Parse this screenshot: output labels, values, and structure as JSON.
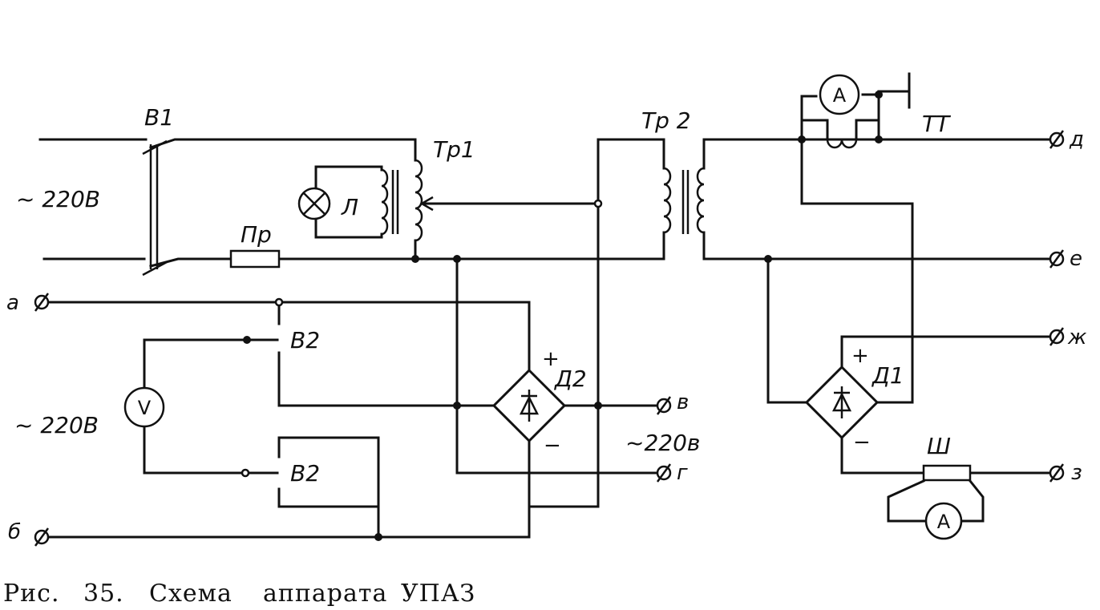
{
  "labels": {
    "v1": "B1",
    "tr1": "Tp1",
    "tr2": "Tp 2",
    "tt": "TT",
    "pr": "Пр",
    "lamp": "Л",
    "v2_top": "B2",
    "v2_bottom": "B2",
    "d1": "Д1",
    "d2": "Д2",
    "shunt": "Ш",
    "supply_main": "~  220B",
    "supply_voltmeter": "~ 220B",
    "supply_out": "~220в",
    "plus": "+",
    "minus": "−",
    "voltmeter": "V",
    "ammeter": "A"
  },
  "terminals": {
    "a": "а",
    "b": "б",
    "v": "в",
    "g": "г",
    "d": "д",
    "e": "е",
    "zh": "ж",
    "z": "з"
  },
  "caption": {
    "prefix": "Рис.",
    "number": "35.",
    "word1": "Схема",
    "word2": "аппарата",
    "word3": "УПАЗ"
  }
}
